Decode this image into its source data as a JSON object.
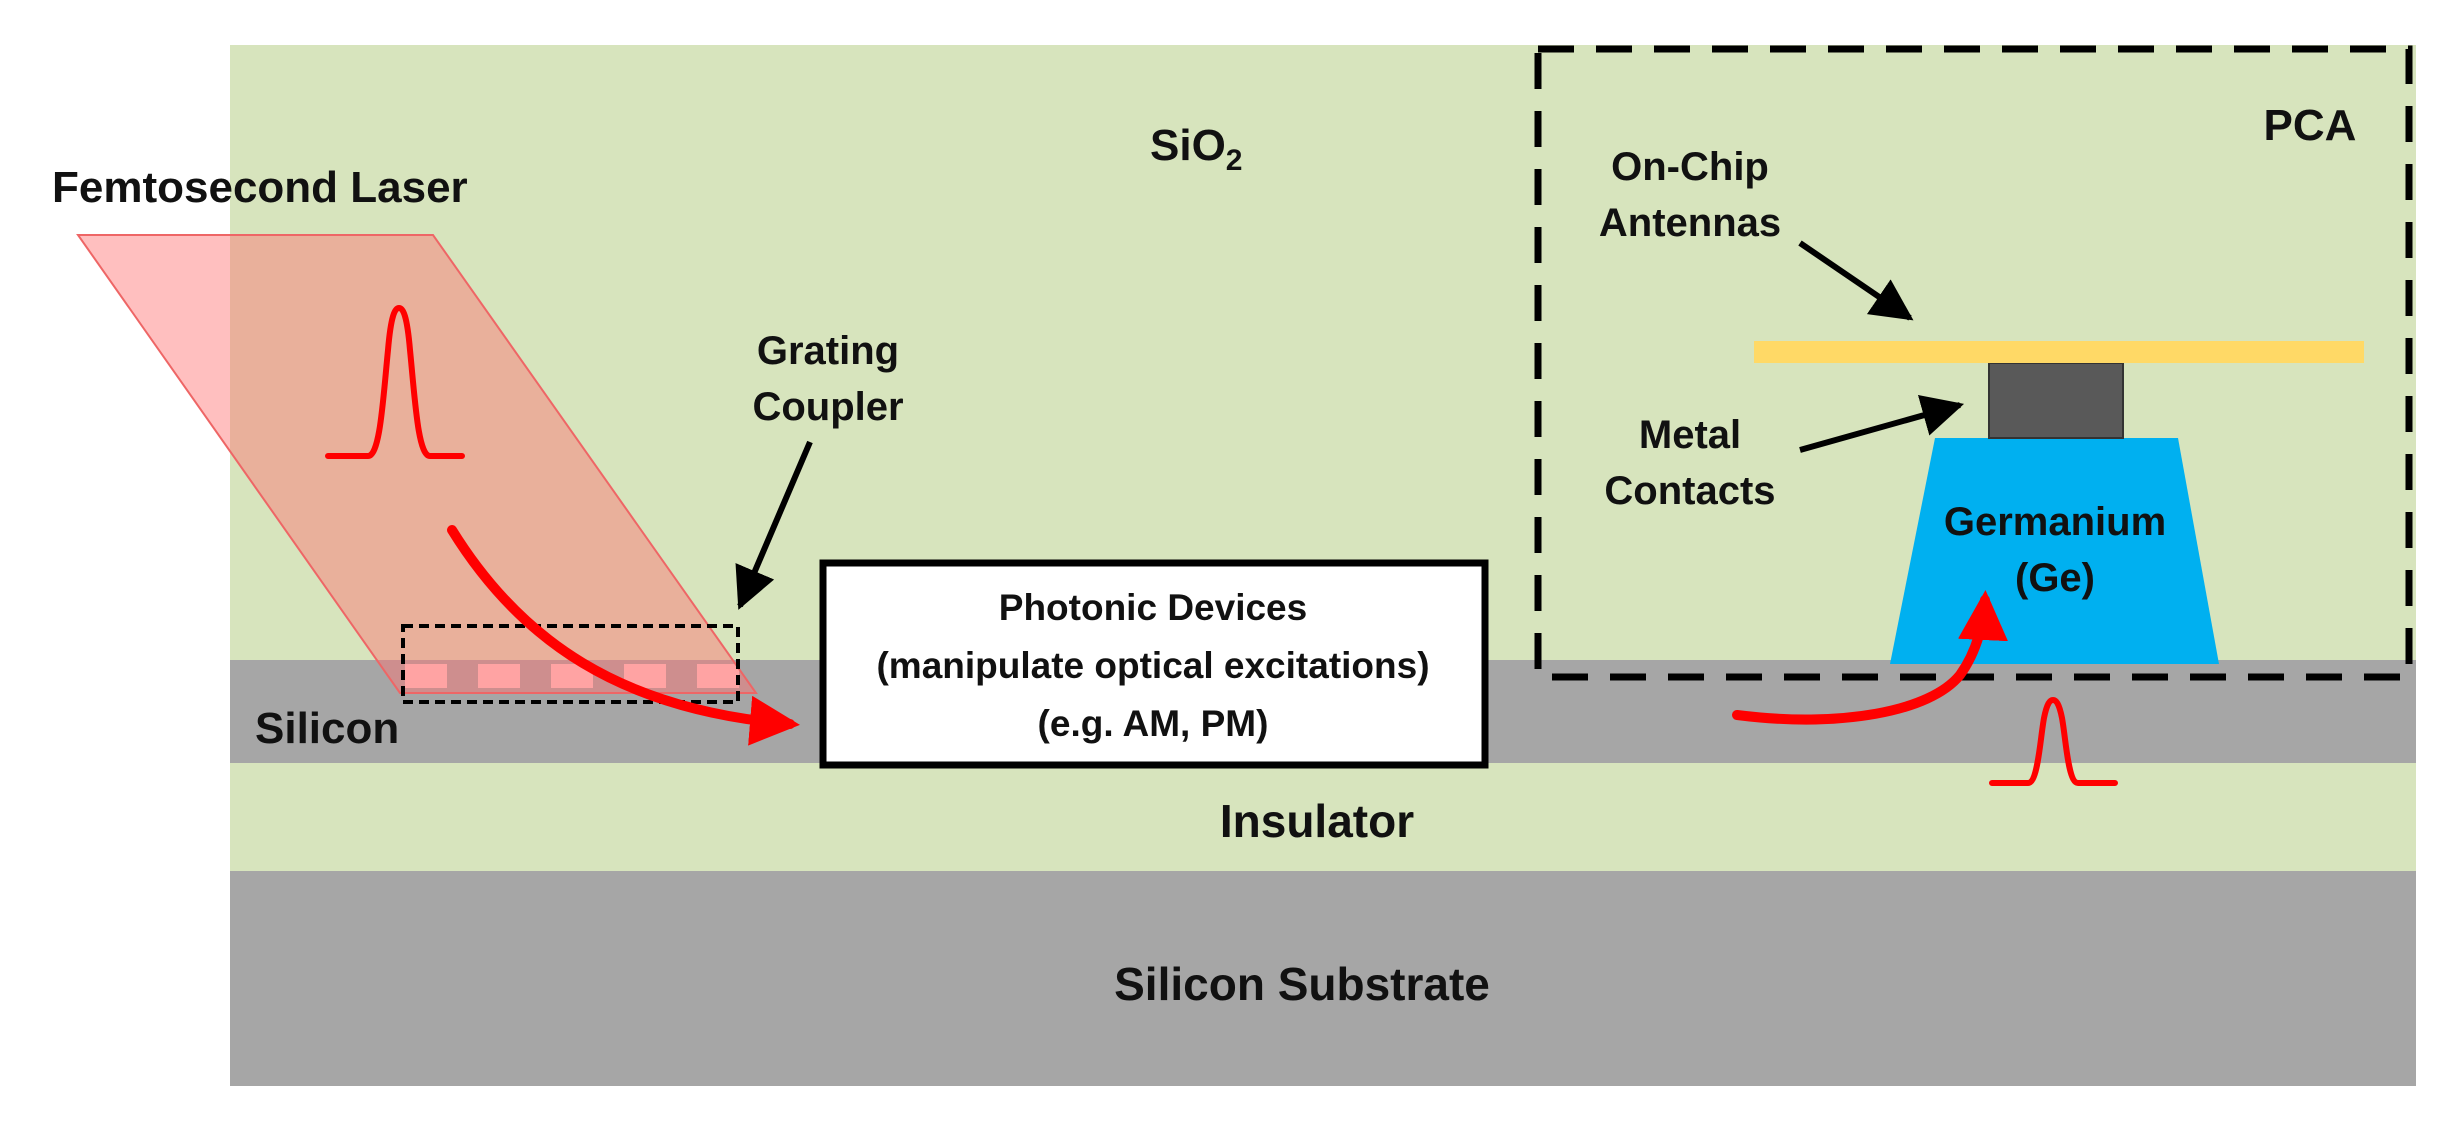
{
  "labels": {
    "sio2": "SiO",
    "sio2_sub": "2",
    "laser": "Femtosecond Laser",
    "grating_line1": "Grating",
    "grating_line2": "Coupler",
    "silicon": "Silicon",
    "photonic_line1": "Photonic Devices",
    "photonic_line2": "(manipulate optical excitations)",
    "photonic_line3": "(e.g. AM, PM)",
    "insulator": "Insulator",
    "substrate": "Silicon Substrate",
    "pca": "PCA",
    "antennas_line1": "On-Chip",
    "antennas_line2": "Antennas",
    "contacts_line1": "Metal",
    "contacts_line2": "Contacts",
    "germanium_line1": "Germanium",
    "germanium_line2": "(Ge)"
  },
  "colors": {
    "oxide": "#d7e4bd",
    "silicon": "#a6a6a6",
    "laser_beam": "#ff9999",
    "pulse": "#ff0000",
    "antenna": "#ffd966",
    "metal_contact": "#595959",
    "germanium": "#00b0f0",
    "grating_teeth": "#ffcccc"
  }
}
